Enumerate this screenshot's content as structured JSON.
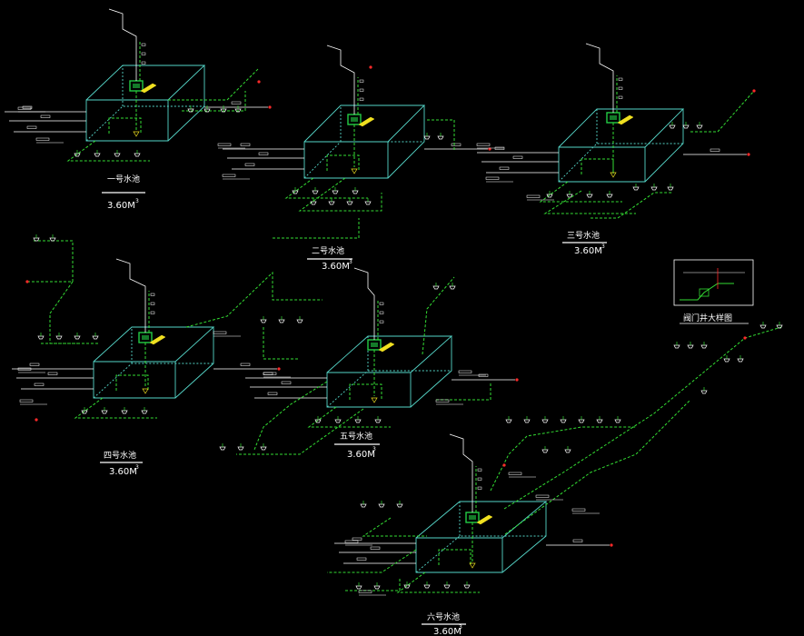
{
  "colors": {
    "background": "#000000",
    "tank": "#55d6c8",
    "pipe_dashed": "#33dd33",
    "pipe_solid": "#ffffff",
    "fixture": "#ffffff",
    "pump": "#22cc44",
    "accent_red": "#ff2a2a",
    "accent_yellow": "#f0e020"
  },
  "tanks": [
    {
      "id": "tank-1",
      "name": "一号水池",
      "volume": "3.60M",
      "unit": "3"
    },
    {
      "id": "tank-2",
      "name": "二号水池",
      "volume": "3.60M",
      "unit": "3"
    },
    {
      "id": "tank-3",
      "name": "三号水池",
      "volume": "3.60M",
      "unit": "3"
    },
    {
      "id": "tank-4",
      "name": "四号水池",
      "volume": "3.60M",
      "unit": "3"
    },
    {
      "id": "tank-5",
      "name": "五号水池",
      "volume": "3.60M",
      "unit": "3"
    },
    {
      "id": "tank-6",
      "name": "六号水池",
      "volume": "3.60M",
      "unit": "3"
    }
  ],
  "detail": {
    "title": "阀门井大样图"
  }
}
